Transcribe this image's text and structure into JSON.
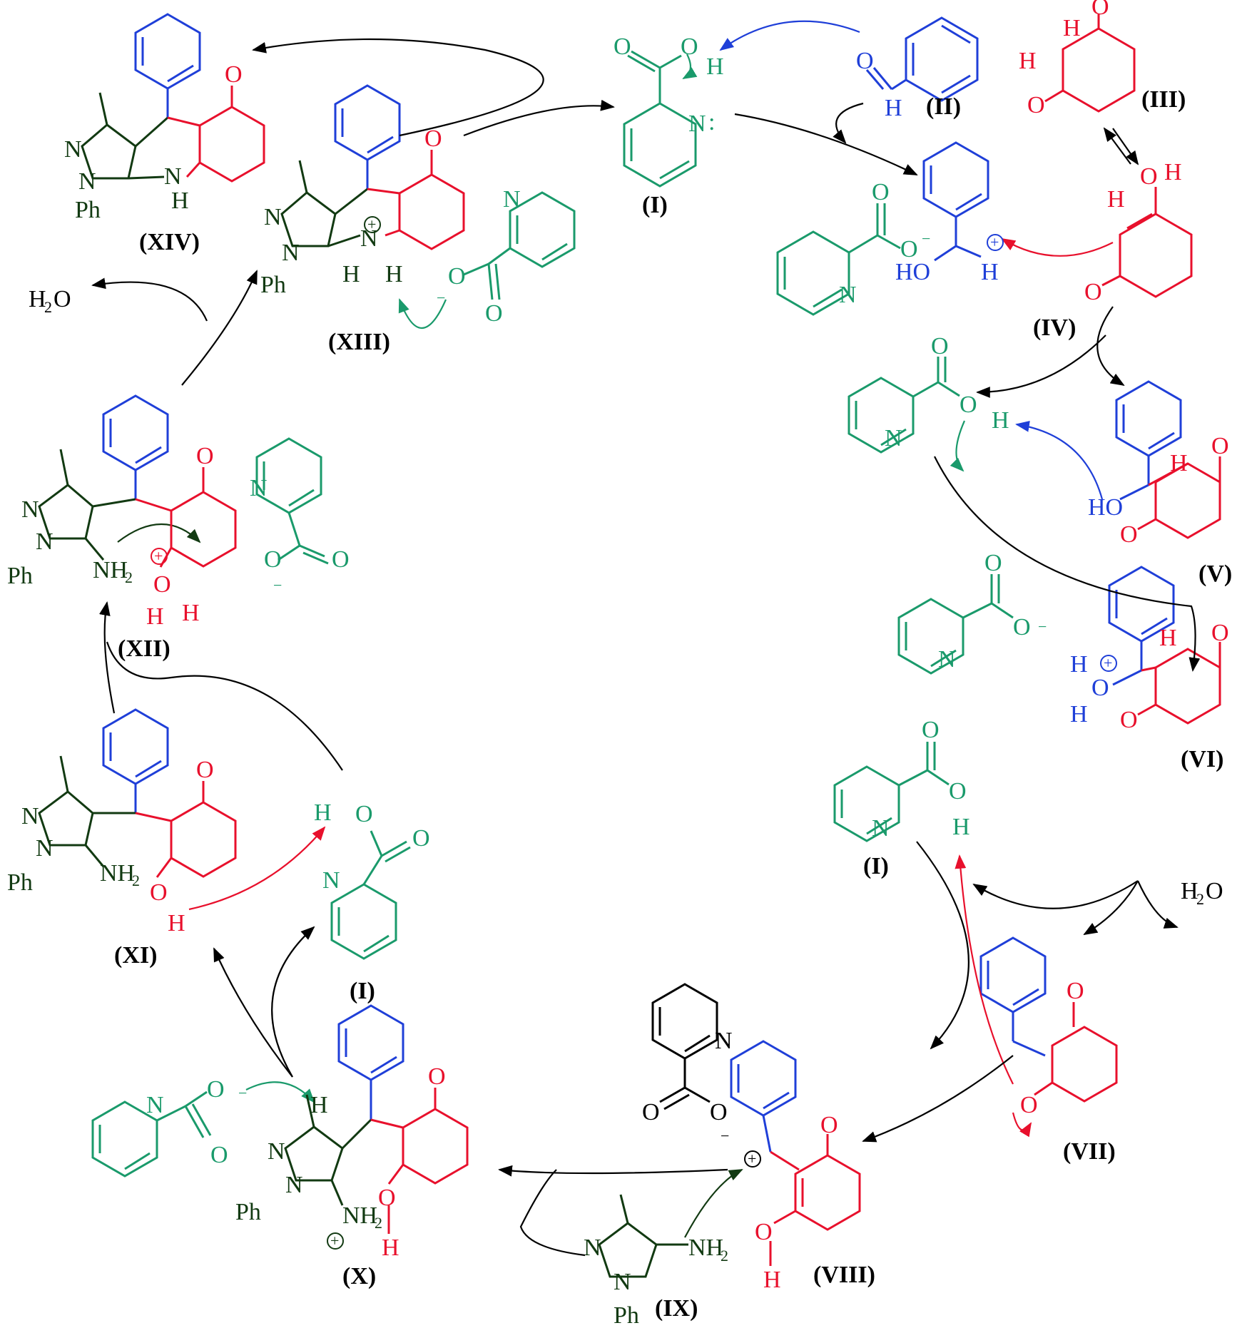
{
  "colors": {
    "picolinic": "#1a9a6b",
    "aldehyde": "#1f3fd8",
    "dione": "#e8102c",
    "pyrazole": "#123a12",
    "arrows": "#000000"
  },
  "compounds": {
    "I_top": "(I)",
    "II": "(II)",
    "III": "(III)",
    "IV": "(IV)",
    "V": "(V)",
    "VI": "(VI)",
    "VII": "(VII)",
    "VIII": "(VIII)",
    "IX": "(IX)",
    "X": "(X)",
    "I_left": "(I)",
    "I_right": "(I)",
    "XI": "(XI)",
    "XII": "(XII)",
    "XIII": "(XIII)",
    "XIV": "(XIV)"
  },
  "atoms": {
    "O": "O",
    "H": "H",
    "N": "N",
    "HO": "HO",
    "Ph": "Ph",
    "NH2": "NH",
    "sub2": "2",
    "H2O": "H",
    "OH_label": "O",
    "plus": "+",
    "minus": "−",
    "colon": ":"
  },
  "byproducts": {
    "water_right": "H2O",
    "water_left": "H2O"
  }
}
